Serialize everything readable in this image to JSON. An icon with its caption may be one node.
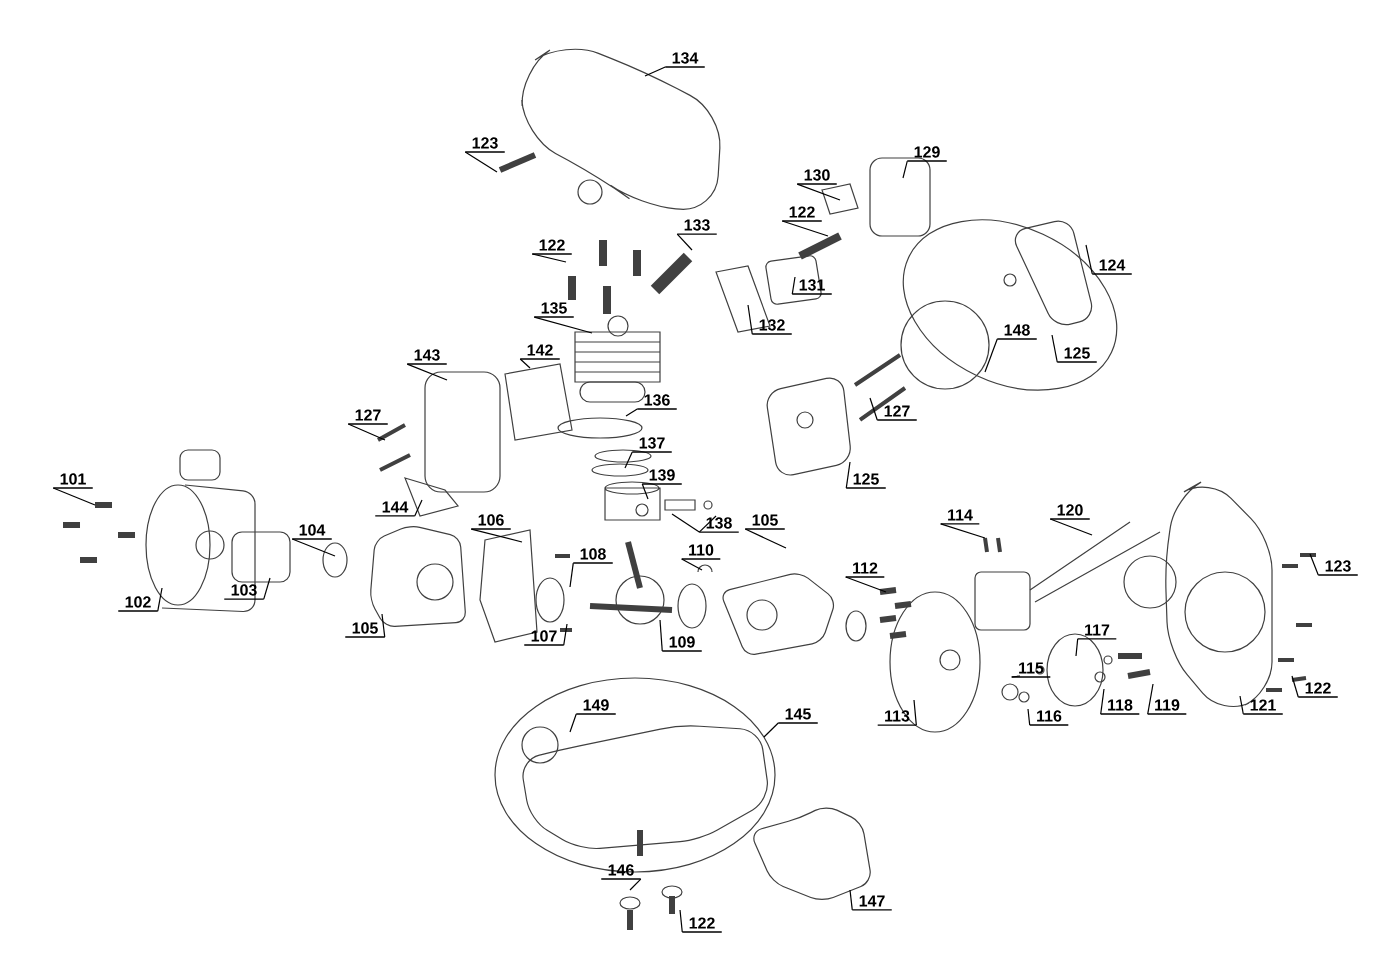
{
  "diagram": {
    "nodes": [
      {
        "text": [
          "134"
        ]
      },
      {
        "text": [
          "123"
        ]
      },
      {
        "text": [
          "129"
        ]
      },
      {
        "text": [
          "130"
        ]
      },
      {
        "text": [
          "133"
        ]
      },
      {
        "text": [
          "122"
        ]
      },
      {
        "text": [
          "122"
        ]
      },
      {
        "text": [
          "124"
        ]
      },
      {
        "text": [
          "131"
        ]
      },
      {
        "text": [
          "132"
        ]
      },
      {
        "text": [
          "135"
        ]
      },
      {
        "text": [
          "148"
        ]
      },
      {
        "text": [
          "125"
        ]
      },
      {
        "text": [
          "143"
        ]
      },
      {
        "text": [
          "142"
        ]
      },
      {
        "text": [
          "127"
        ]
      },
      {
        "text": [
          "127"
        ]
      },
      {
        "text": [
          "136"
        ]
      },
      {
        "text": [
          "137"
        ]
      },
      {
        "text": [
          "125"
        ]
      },
      {
        "text": [
          "139"
        ]
      },
      {
        "text": [
          "138"
        ]
      },
      {
        "text": [
          "101"
        ]
      },
      {
        "text": [
          "144"
        ]
      },
      {
        "text": [
          "106"
        ]
      },
      {
        "text": [
          "104"
        ]
      },
      {
        "text": [
          "114"
        ]
      },
      {
        "text": [
          "120"
        ]
      },
      {
        "text": [
          "105"
        ]
      },
      {
        "text": [
          "108"
        ]
      },
      {
        "text": [
          "110"
        ]
      },
      {
        "text": [
          "112"
        ]
      },
      {
        "text": [
          "123"
        ]
      },
      {
        "text": [
          "102"
        ]
      },
      {
        "text": [
          "103"
        ]
      },
      {
        "text": [
          "105"
        ]
      },
      {
        "text": [
          "107"
        ]
      },
      {
        "text": [
          "109"
        ]
      },
      {
        "text": [
          "115"
        ]
      },
      {
        "text": [
          "117"
        ]
      },
      {
        "text": [
          "113"
        ]
      },
      {
        "text": [
          "116"
        ]
      },
      {
        "text": [
          "118"
        ]
      },
      {
        "text": [
          "119"
        ]
      },
      {
        "text": [
          "121"
        ]
      },
      {
        "text": [
          "122"
        ]
      },
      {
        "text": [
          "149"
        ]
      },
      {
        "text": [
          "145"
        ]
      },
      {
        "text": [
          "146"
        ]
      },
      {
        "text": [
          "122"
        ]
      },
      {
        "text": [
          "147"
        ]
      }
    ],
    "edges": [
      {
        "from": 0,
        "to": null,
        "arrow": "none"
      },
      {
        "from": 1,
        "to": null,
        "arrow": "none"
      },
      {
        "from": 2,
        "to": null,
        "arrow": "none"
      },
      {
        "from": 3,
        "to": null,
        "arrow": "none"
      },
      {
        "from": 4,
        "to": null,
        "arrow": "none"
      },
      {
        "from": 5,
        "to": null,
        "arrow": "none"
      },
      {
        "from": 6,
        "to": null,
        "arrow": "none"
      },
      {
        "from": 7,
        "to": null,
        "arrow": "none"
      },
      {
        "from": 8,
        "to": null,
        "arrow": "none"
      },
      {
        "from": 9,
        "to": null,
        "arrow": "none"
      },
      {
        "from": 10,
        "to": null,
        "arrow": "none"
      },
      {
        "from": 11,
        "to": null,
        "arrow": "none"
      },
      {
        "from": 12,
        "to": null,
        "arrow": "none"
      },
      {
        "from": 13,
        "to": null,
        "arrow": "none"
      },
      {
        "from": 14,
        "to": null,
        "arrow": "none"
      },
      {
        "from": 15,
        "to": null,
        "arrow": "none"
      },
      {
        "from": 16,
        "to": null,
        "arrow": "none"
      },
      {
        "from": 17,
        "to": null,
        "arrow": "none"
      },
      {
        "from": 18,
        "to": null,
        "arrow": "none"
      },
      {
        "from": 19,
        "to": null,
        "arrow": "none"
      },
      {
        "from": 20,
        "to": null,
        "arrow": "none"
      },
      {
        "from": 21,
        "to": null,
        "arrow": "none"
      },
      {
        "from": 21,
        "to": null,
        "arrow": "none"
      },
      {
        "from": 22,
        "to": null,
        "arrow": "none"
      },
      {
        "from": 23,
        "to": null,
        "arrow": "none"
      },
      {
        "from": 24,
        "to": null,
        "arrow": "none"
      },
      {
        "from": 25,
        "to": null,
        "arrow": "none"
      },
      {
        "from": 26,
        "to": null,
        "arrow": "none"
      },
      {
        "from": 27,
        "to": null,
        "arrow": "none"
      },
      {
        "from": 28,
        "to": null,
        "arrow": "none"
      },
      {
        "from": 29,
        "to": null,
        "arrow": "none"
      },
      {
        "from": 30,
        "to": null,
        "arrow": "none"
      },
      {
        "from": 31,
        "to": null,
        "arrow": "none"
      },
      {
        "from": 32,
        "to": null,
        "arrow": "none"
      },
      {
        "from": 33,
        "to": null,
        "arrow": "none"
      },
      {
        "from": 34,
        "to": null,
        "arrow": "none"
      },
      {
        "from": 35,
        "to": null,
        "arrow": "none"
      },
      {
        "from": 36,
        "to": null,
        "arrow": "none"
      },
      {
        "from": 37,
        "to": null,
        "arrow": "none"
      },
      {
        "from": 38,
        "to": null,
        "arrow": "none"
      },
      {
        "from": 39,
        "to": null,
        "arrow": "none"
      },
      {
        "from": 40,
        "to": null,
        "arrow": "none"
      },
      {
        "from": 41,
        "to": null,
        "arrow": "none"
      },
      {
        "from": 42,
        "to": null,
        "arrow": "none"
      },
      {
        "from": 43,
        "to": null,
        "arrow": "none"
      },
      {
        "from": 44,
        "to": null,
        "arrow": "none"
      },
      {
        "from": 45,
        "to": null,
        "arrow": "none"
      },
      {
        "from": 46,
        "to": null,
        "arrow": "none"
      },
      {
        "from": 47,
        "to": null,
        "arrow": "none"
      },
      {
        "from": 48,
        "to": null,
        "arrow": "none"
      },
      {
        "from": 49,
        "to": null,
        "arrow": "none"
      },
      {
        "from": 50,
        "to": null,
        "arrow": "none"
      }
    ]
  }
}
